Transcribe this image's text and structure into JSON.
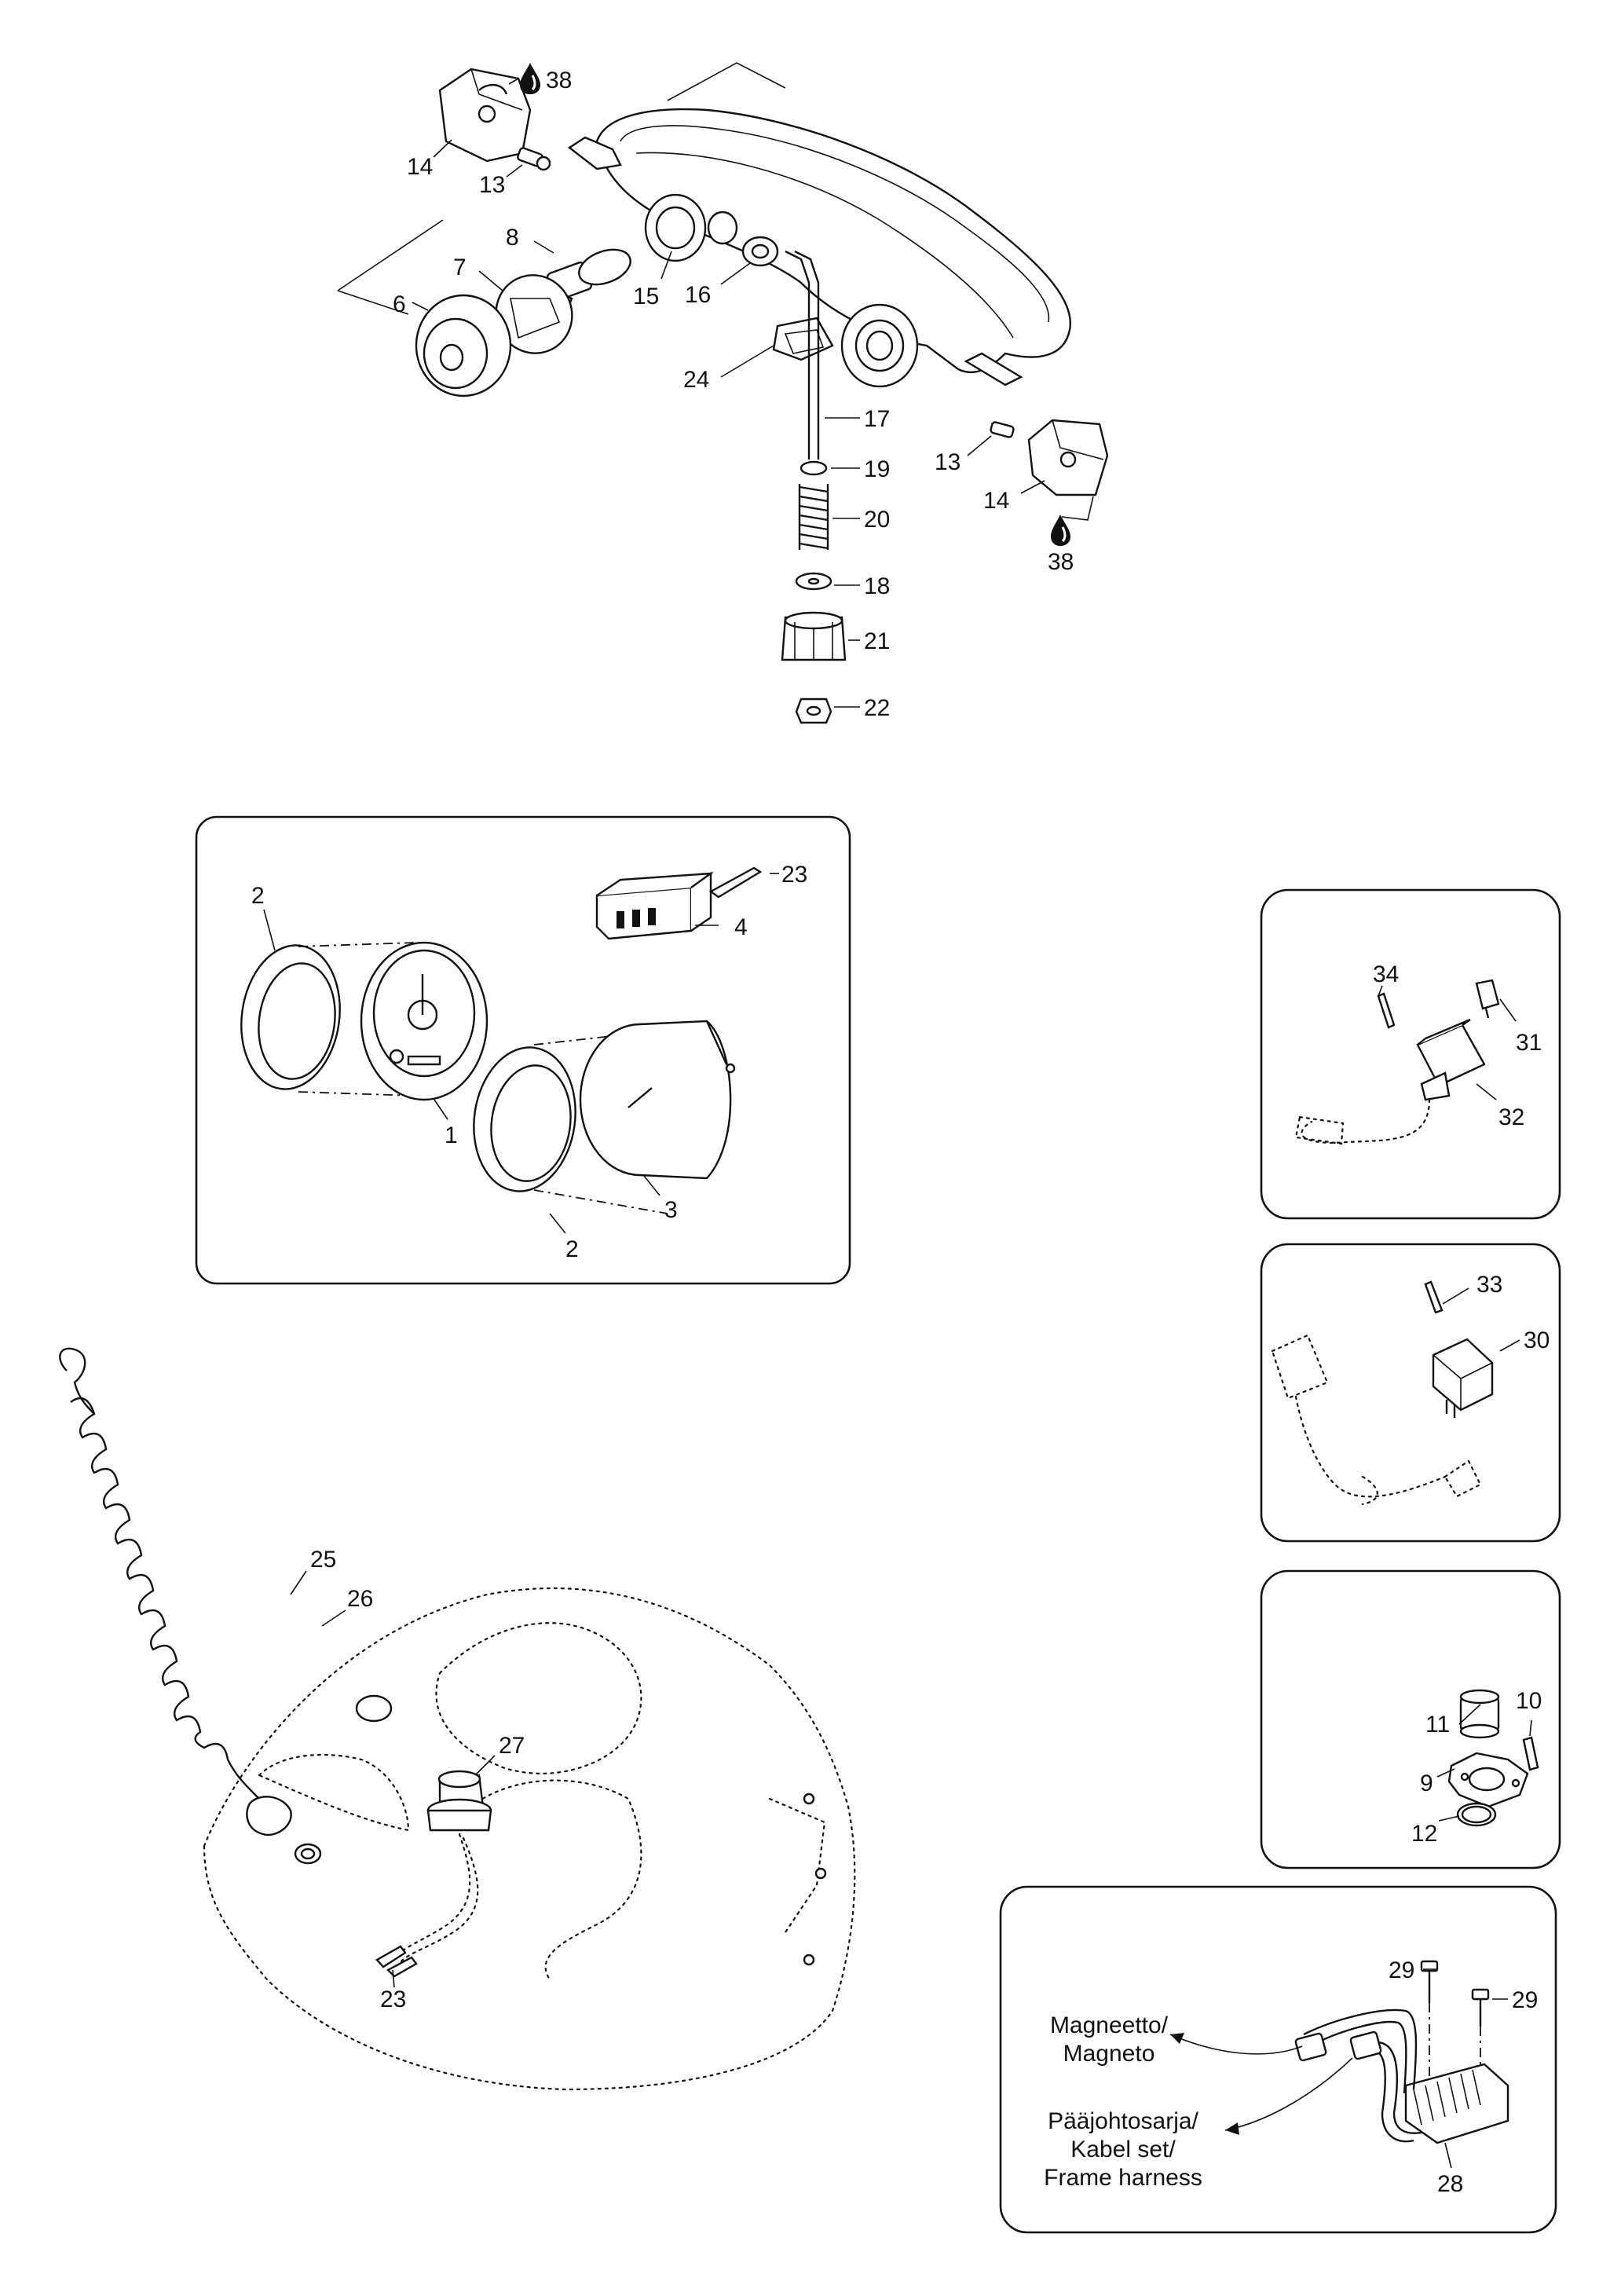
{
  "callouts": {
    "c38a": "38",
    "c14a": "14",
    "c13a": "13",
    "c8": "8",
    "c7": "7",
    "c6": "6",
    "c15": "15",
    "c16": "16",
    "c24": "24",
    "c17": "17",
    "c19": "19",
    "c20": "20",
    "c18": "18",
    "c21": "21",
    "c22": "22",
    "c13b": "13",
    "c14b": "14",
    "c38b": "38",
    "c23a": "23",
    "c4": "4",
    "c2a": "2",
    "c1": "1",
    "c3": "3",
    "c2b": "2",
    "c34": "34",
    "c31": "31",
    "c32": "32",
    "c33": "33",
    "c30": "30",
    "c25": "25",
    "c26": "26",
    "c27": "27",
    "c23b": "23",
    "c11": "11",
    "c10": "10",
    "c9": "9",
    "c12": "12",
    "c29a": "29",
    "c29b": "29",
    "c28": "28"
  },
  "notes": {
    "magneto_line1": "Magneetto/",
    "magneto_line2": "Magneto",
    "harness_line1": "Pääjohtosarja/",
    "harness_line2": "Kabel set/",
    "harness_line3": "Frame harness"
  },
  "icons": {
    "grease_drop": "oil-drop-icon"
  }
}
